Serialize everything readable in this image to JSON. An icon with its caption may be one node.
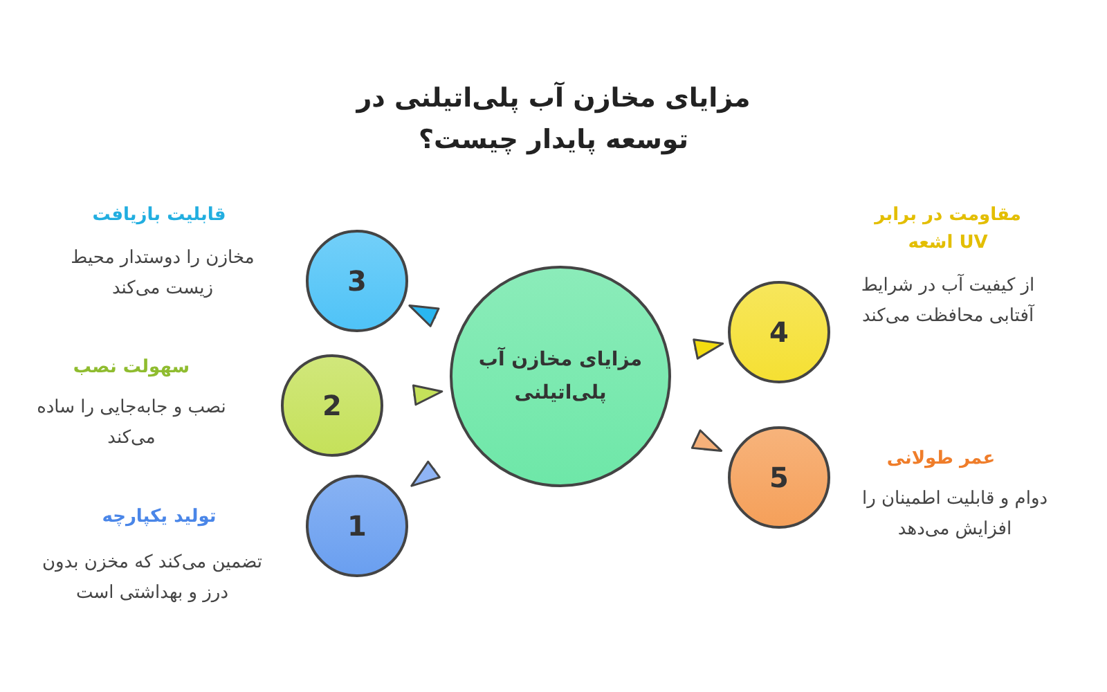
{
  "diagram": {
    "title": "مزایای مخازن آب پلی‌اتیلنی در توسعه پایدار چیست؟",
    "nodes": [
      {
        "text": [
          "مزایای مخازن آب پلی‌اتیلنی"
        ]
      },
      {
        "text": [
          "1"
        ],
        "beside": [
          "تولید یکپارچه",
          "تضمین می‌کند که مخزن بدون درز و بهداشتی است"
        ]
      },
      {
        "text": [
          "2"
        ],
        "beside": [
          "سهولت نصب",
          "نصب و جابه‌جایی را ساده می‌کند"
        ]
      },
      {
        "text": [
          "3"
        ],
        "beside": [
          "قابلیت بازیافت",
          "مخازن را دوستدار محیط زیست می‌کند"
        ]
      },
      {
        "text": [
          "4"
        ],
        "beside": [
          "مقاومت در برابر UV اشعه",
          "از کیفیت آب در شرایط آفتابی محافظت می‌کند"
        ]
      },
      {
        "text": [
          "5"
        ],
        "beside": [
          "عمر طولانی",
          "دوام و قابلیت اطمینان را افزایش می‌دهد"
        ]
      }
    ],
    "edges": [
      {
        "from": 0,
        "to": 1,
        "arrow": "to",
        "color": "#8fb4f5"
      },
      {
        "from": 2,
        "to": 0,
        "arrow": "to",
        "color": "#c5e15a"
      },
      {
        "from": 0,
        "to": 3,
        "arrow": "to",
        "color": "#29b6f0"
      },
      {
        "from": 0,
        "to": 4,
        "arrow": "to",
        "color": "#f2dc10"
      },
      {
        "from": 0,
        "to": 5,
        "arrow": "to",
        "color": "#f5b07a"
      }
    ]
  }
}
